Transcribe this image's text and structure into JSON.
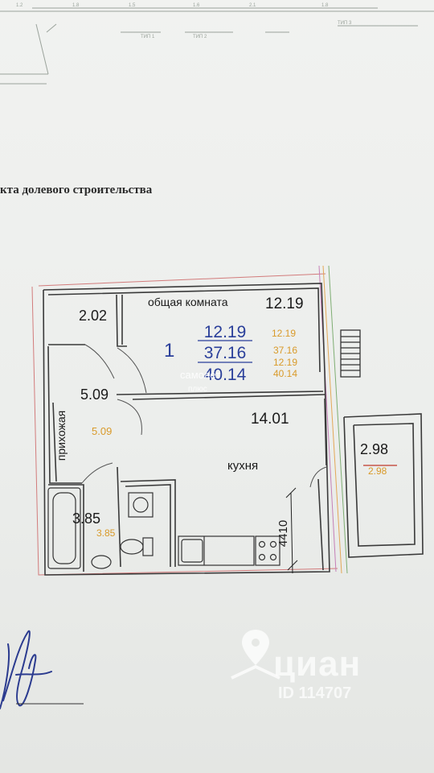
{
  "document": {
    "heading": "кта долевого строительства"
  },
  "plan": {
    "apartment_number": "1",
    "totals": [
      "12.19",
      "37.16",
      "40.14"
    ],
    "totals_secondary": [
      "12.19",
      "37.16",
      "12.19",
      "40.14"
    ],
    "rooms": {
      "storage": {
        "area": "2.02"
      },
      "living": {
        "name": "общая комната",
        "area": "12.19"
      },
      "hallway": {
        "name": "прихожая",
        "area": "5.09",
        "area_secondary": "5.09"
      },
      "kitchen": {
        "name": "кухня",
        "area": "14.01"
      },
      "bathroom": {
        "area": "3.85",
        "area_secondary": "3.85"
      },
      "balcony": {
        "area": "2.98",
        "area_secondary": "2.98"
      }
    },
    "dimension": "4410",
    "stamp": [
      "самолёт",
      "плюс"
    ]
  },
  "watermark": {
    "brand": "циан",
    "listing_id": "ID 114707"
  }
}
